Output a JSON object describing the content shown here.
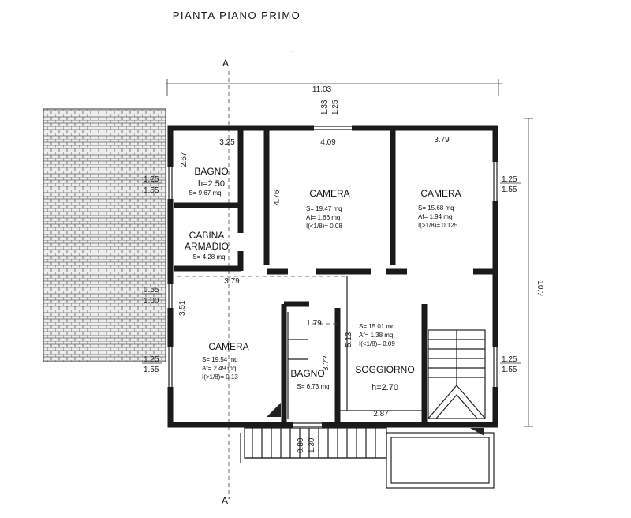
{
  "title": "PIANTA PIANO PRIMO",
  "section_marks": {
    "top": "A",
    "bottom": "A'"
  },
  "overall_dims": {
    "width": "11.03",
    "depth": "10.?"
  },
  "rooms": {
    "bagno_1": {
      "name": "BAGNO",
      "height": "h=2.50",
      "area": "S= 9.67 mq"
    },
    "cabina": {
      "name_line1": "CABINA",
      "name_line2": "ARMADIO",
      "area": "S= 4.28 mq"
    },
    "camera_1": {
      "name": "CAMERA",
      "area": "S= 19.47 mq",
      "af": "Af= 1.66 mq",
      "ratio": "I(<1/8)= 0.08"
    },
    "camera_2": {
      "name": "CAMERA",
      "area": "S= 15.68 mq",
      "af": "Af= 1.94 mq",
      "ratio": "I(>1/8)= 0.125"
    },
    "camera_3": {
      "name": "CAMERA",
      "area": "S= 19.54 mq",
      "af": "Af= 2.49 mq",
      "ratio": "I(>1/8)= 0.13"
    },
    "bagno_2": {
      "name": "BAGNO",
      "area": "S= 6.73 mq"
    },
    "soggiorno": {
      "name": "SOGGIORNO",
      "height": "h=2.70",
      "area": "S= 15.01 mq",
      "af": "Af= 1.38 mq",
      "ratio": "I(<1/8)= 0.09"
    }
  },
  "window_dims": {
    "top_1": "1.33",
    "top_2": "1.25",
    "right_a_1": "1.25",
    "right_a_2": "1.55",
    "right_b_1": "1.25",
    "right_b_2": "1.55",
    "left_a_1": "1.25",
    "left_a_2": "1.55",
    "left_b_1": "0.55",
    "left_b_2": "1.00",
    "left_c_1": "1.25",
    "left_c_2": "1.55",
    "bottom_1": "0.80",
    "bottom_2": "1.30"
  },
  "inner_dims": {
    "bagno_w": "3.25",
    "bagno_h": "2.67",
    "cam1_w": "4.09",
    "cam1_h": "4.76",
    "cam2_w": "3.79",
    "cam3_w": "3.79",
    "cam3_h": "3.51",
    "bagno2_w": "1.79",
    "bagno2_h": "3.??",
    "sogg_w": "2.87",
    "sogg_h": "5.13"
  }
}
